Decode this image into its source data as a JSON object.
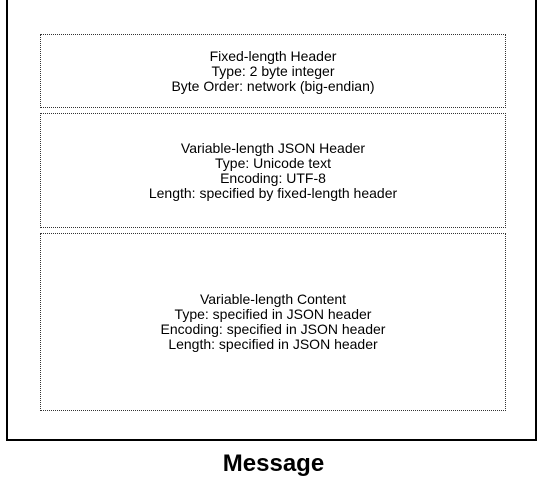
{
  "diagram": {
    "caption": "Message",
    "sections": [
      {
        "lines": [
          "Fixed-length Header",
          "Type: 2 byte integer",
          "Byte Order: network (big-endian)"
        ]
      },
      {
        "lines": [
          "Variable-length JSON Header",
          "Type: Unicode text",
          "Encoding: UTF-8",
          "Length: specified by fixed-length header"
        ]
      },
      {
        "lines": [
          "Variable-length Content",
          "Type: specified in JSON header",
          "Encoding: specified in JSON header",
          "Length: specified in JSON header"
        ]
      }
    ]
  }
}
